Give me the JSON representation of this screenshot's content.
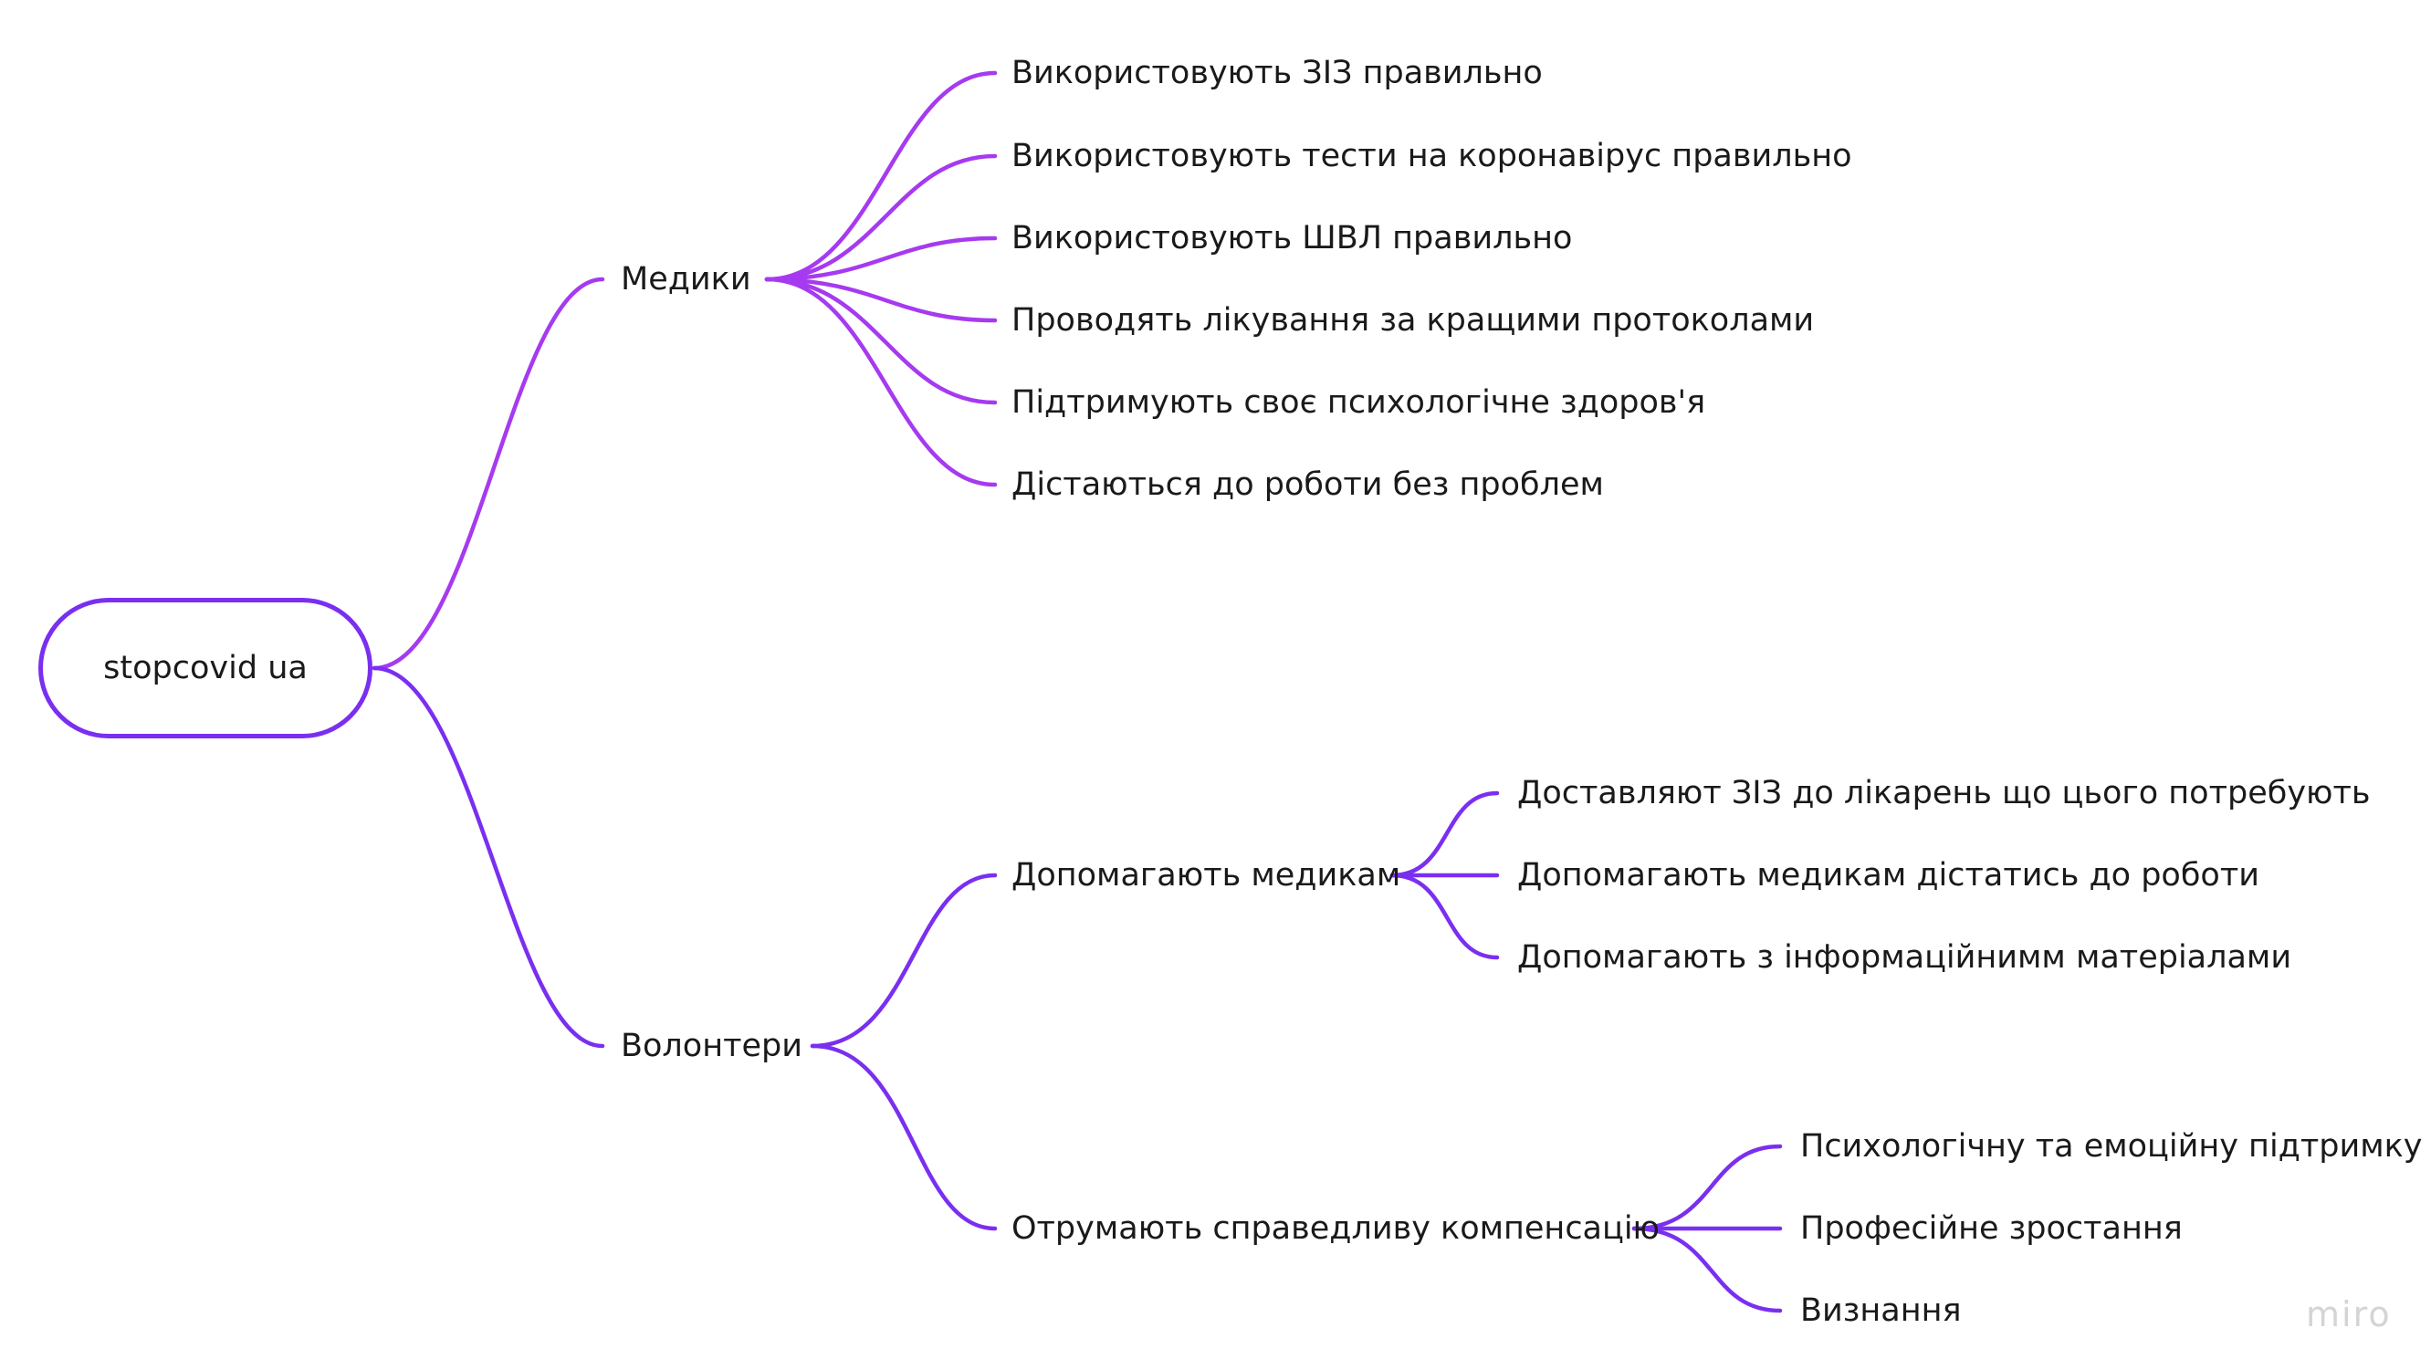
{
  "root": {
    "label": "stopcovid ua"
  },
  "branches": [
    {
      "label": "Медики",
      "color": "#a63af0",
      "children": [
        {
          "label": "Використовують ЗІЗ правильно"
        },
        {
          "label": "Використовують тести на коронавірус правильно"
        },
        {
          "label": "Використовують ШВЛ правильно"
        },
        {
          "label": "Проводять лікування за кращими протоколами"
        },
        {
          "label": "Підтримують своє психологічне здоров'я"
        },
        {
          "label": "Дістаються до роботи без проблем"
        }
      ]
    },
    {
      "label": "Волонтери",
      "color": "#7a2ff0",
      "children": [
        {
          "label": "Допомагають медикам",
          "children": [
            {
              "label": "Доставляют ЗІЗ до лікарень що цього потребують"
            },
            {
              "label": "Допомагають медикам дістатись до роботи"
            },
            {
              "label": "Допомагають з інформаційнимм матеріалами"
            }
          ]
        },
        {
          "label": "Отрумають справедливу компенсацію",
          "children": [
            {
              "label": "Психологічну та емоційну підтримку"
            },
            {
              "label": "Професійне зростання"
            },
            {
              "label": "Визнання"
            }
          ]
        }
      ]
    }
  ],
  "watermark": "miro",
  "colors": {
    "root_border": "#7a2ff0",
    "medics_lines": "#a63af0",
    "volunteer_lines": "#7a2ff0",
    "watermark": "#d4d4d8"
  }
}
